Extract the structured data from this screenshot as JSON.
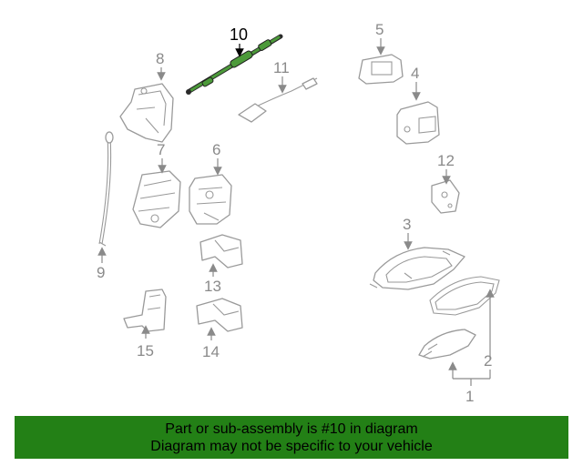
{
  "callouts": {
    "c1": "1",
    "c2": "2",
    "c3": "3",
    "c4": "4",
    "c5": "5",
    "c6": "6",
    "c7": "7",
    "c8": "8",
    "c9": "9",
    "c10": "10",
    "c11": "11",
    "c12": "12",
    "c13": "13",
    "c14": "14",
    "c15": "15"
  },
  "highlight": {
    "part": "10",
    "color": "#3a8a2a"
  },
  "banner": {
    "line1": "Part or sub-assembly is #10 in diagram",
    "line2": "Diagram may not be specific to your vehicle",
    "background": "#238016"
  }
}
